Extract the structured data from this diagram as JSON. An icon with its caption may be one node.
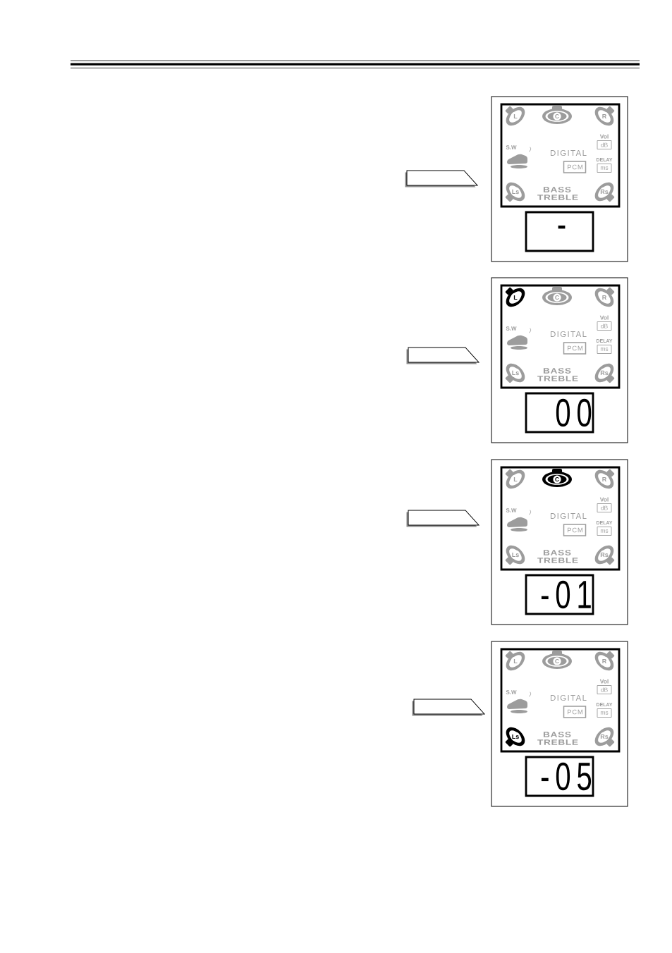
{
  "diagram": {
    "nodes": [
      {
        "text": [],
        "shape": "box"
      },
      {
        "text": [
          "DIGITAL",
          "BASS",
          "TREBLE"
        ],
        "in": 0
      },
      {
        "text": [
          "L"
        ],
        "in": 1
      },
      {
        "text": [
          "C"
        ],
        "in": 1
      },
      {
        "text": [
          "R"
        ],
        "in": 1
      },
      {
        "text": [
          "S.W"
        ],
        "in": 1
      },
      {
        "text": [
          "Vol",
          "dB"
        ],
        "in": 1
      },
      {
        "text": [
          "DELAY",
          "ms"
        ],
        "in": 1
      },
      {
        "text": [
          "PCM"
        ],
        "in": 1
      },
      {
        "text": [
          "Ls"
        ],
        "in": 1
      },
      {
        "text": [
          "Rs"
        ],
        "in": 1
      },
      {
        "text": [
          "-"
        ],
        "in": 0
      },
      {
        "text": [],
        "shape": "tag"
      },
      {
        "text": [],
        "shape": "box"
      },
      {
        "text": [
          "DIGITAL",
          "BASS",
          "TREBLE"
        ],
        "in": 13
      },
      {
        "text": [
          "L"
        ],
        "in": 14
      },
      {
        "text": [
          "C"
        ],
        "in": 14
      },
      {
        "text": [
          "R"
        ],
        "in": 14
      },
      {
        "text": [
          "S.W"
        ],
        "in": 14
      },
      {
        "text": [
          "Vol",
          "dB"
        ],
        "in": 14
      },
      {
        "text": [
          "DELAY",
          "ms"
        ],
        "in": 14
      },
      {
        "text": [
          "PCM"
        ],
        "in": 14
      },
      {
        "text": [
          "Ls"
        ],
        "in": 14
      },
      {
        "text": [
          "Rs"
        ],
        "in": 14
      },
      {
        "text": [
          "00"
        ],
        "in": 13
      },
      {
        "text": [],
        "shape": "tag"
      },
      {
        "text": [],
        "shape": "box"
      },
      {
        "text": [
          "DIGITAL",
          "BASS",
          "TREBLE"
        ],
        "in": 26
      },
      {
        "text": [
          "L"
        ],
        "in": 27
      },
      {
        "text": [
          "C"
        ],
        "in": 27
      },
      {
        "text": [
          "R"
        ],
        "in": 27
      },
      {
        "text": [
          "S.W"
        ],
        "in": 27
      },
      {
        "text": [
          "Vol",
          "dB"
        ],
        "in": 27
      },
      {
        "text": [
          "DELAY",
          "ms"
        ],
        "in": 27
      },
      {
        "text": [
          "PCM"
        ],
        "in": 27
      },
      {
        "text": [
          "Ls"
        ],
        "in": 27
      },
      {
        "text": [
          "Rs"
        ],
        "in": 27
      },
      {
        "text": [
          "-01"
        ],
        "in": 26
      },
      {
        "text": [],
        "shape": "tag"
      },
      {
        "text": [],
        "shape": "box"
      },
      {
        "text": [
          "DIGITAL",
          "BASS",
          "TREBLE"
        ],
        "in": 39
      },
      {
        "text": [
          "L"
        ],
        "in": 40
      },
      {
        "text": [
          "C"
        ],
        "in": 40
      },
      {
        "text": [
          "R"
        ],
        "in": 40
      },
      {
        "text": [
          "S.W"
        ],
        "in": 40
      },
      {
        "text": [
          "Vol",
          "dB"
        ],
        "in": 40
      },
      {
        "text": [
          "DELAY",
          "ms"
        ],
        "in": 40
      },
      {
        "text": [
          "PCM"
        ],
        "in": 40
      },
      {
        "text": [
          "Ls"
        ],
        "in": 40
      },
      {
        "text": [
          "Rs"
        ],
        "in": 40
      },
      {
        "text": [
          "-05"
        ],
        "in": 39
      },
      {
        "text": [],
        "shape": "tag"
      }
    ]
  }
}
